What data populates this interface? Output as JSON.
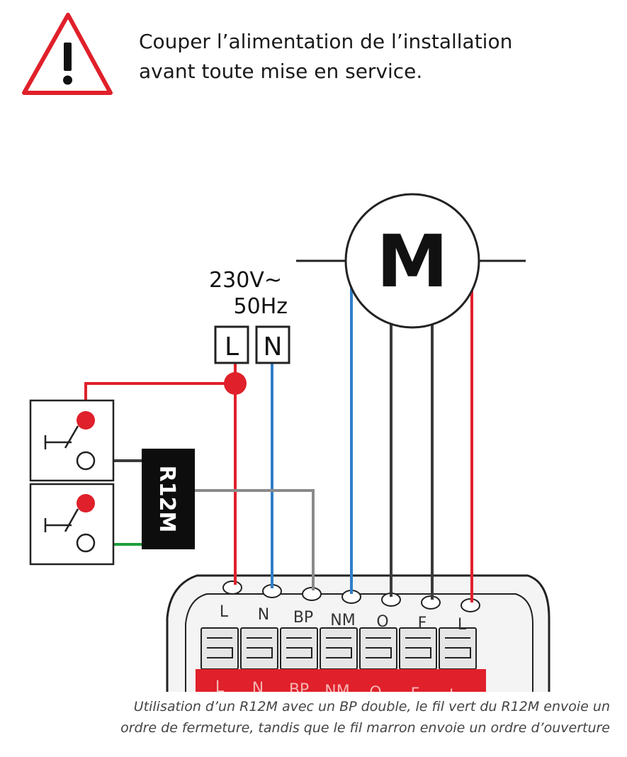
{
  "warning": {
    "line1": "Couper l’alimentation de l’installation",
    "line2": "avant toute mise en service."
  },
  "motor": {
    "label": "M"
  },
  "supply": {
    "voltage": "230V~",
    "frequency": "50Hz",
    "terminal_l": "L",
    "terminal_n": "N"
  },
  "remote": {
    "label": "R12M"
  },
  "module": {
    "terminals": [
      "L",
      "N",
      "BP",
      "NM",
      "O",
      "F",
      "L"
    ],
    "red_band_labels": [
      "L",
      "N",
      "BP",
      "NM",
      "O",
      "F",
      "L"
    ]
  },
  "caption": {
    "line1": "Utilisation d’un R12M avec un BP double, le fil vert du R12M envoie un",
    "line2": "ordre de fermeture, tandis que le fil marron envoie un ordre d’ouverture"
  },
  "colors": {
    "warning_red": "#e0202a",
    "wire_red": "#e0202a",
    "wire_blue": "#2f7fc8",
    "wire_dark": "#3a3a3a",
    "wire_grey": "#8a8a8a",
    "wire_green": "#1e9e3a"
  }
}
